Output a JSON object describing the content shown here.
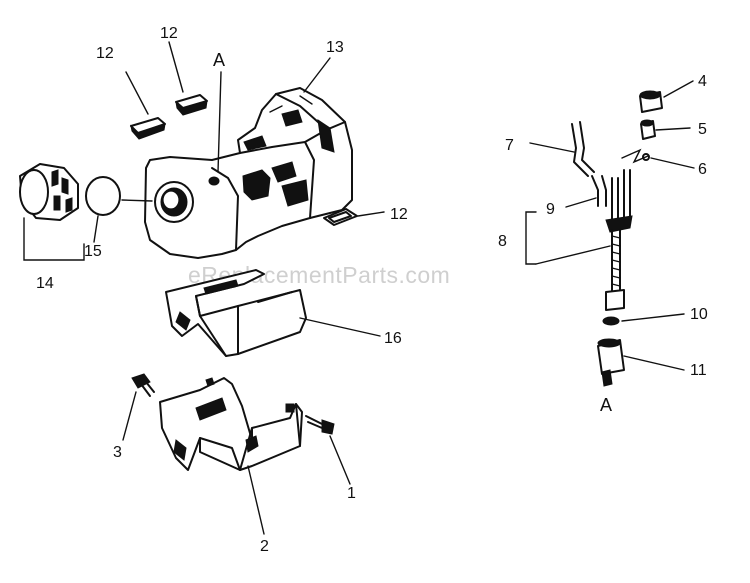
{
  "watermark": "eReplacementParts.com",
  "reference_top": "A",
  "reference_bottom": "A",
  "callouts": {
    "c1": "1",
    "c2": "2",
    "c3": "3",
    "c4": "4",
    "c5": "5",
    "c6": "6",
    "c7": "7",
    "c8": "8",
    "c9": "9",
    "c10": "10",
    "c11": "11",
    "c12a": "12",
    "c12b": "12",
    "c12c": "12",
    "c13": "13",
    "c14": "14",
    "c15": "15",
    "c16": "16"
  },
  "parts": [
    {
      "id": "1",
      "icon": "screw-icon"
    },
    {
      "id": "2",
      "icon": "tank-guard-bracket-icon"
    },
    {
      "id": "3",
      "icon": "screw-icon"
    },
    {
      "id": "4",
      "icon": "grommet-cap-icon"
    },
    {
      "id": "5",
      "icon": "bushing-icon"
    },
    {
      "id": "6",
      "icon": "small-ball-icon"
    },
    {
      "id": "7",
      "icon": "hose-icon"
    },
    {
      "id": "8",
      "icon": "fuel-line-assembly-icon"
    },
    {
      "id": "9",
      "icon": "hose-icon"
    },
    {
      "id": "10",
      "icon": "washer-icon"
    },
    {
      "id": "11",
      "icon": "fuel-filter-icon"
    },
    {
      "id": "12",
      "icon": "rubber-pad-icon"
    },
    {
      "id": "13",
      "icon": "fuel-tank-icon"
    },
    {
      "id": "14",
      "icon": "fuel-cap-icon"
    },
    {
      "id": "15",
      "icon": "cap-gasket-icon"
    },
    {
      "id": "16",
      "icon": "tank-guard-icon"
    }
  ]
}
